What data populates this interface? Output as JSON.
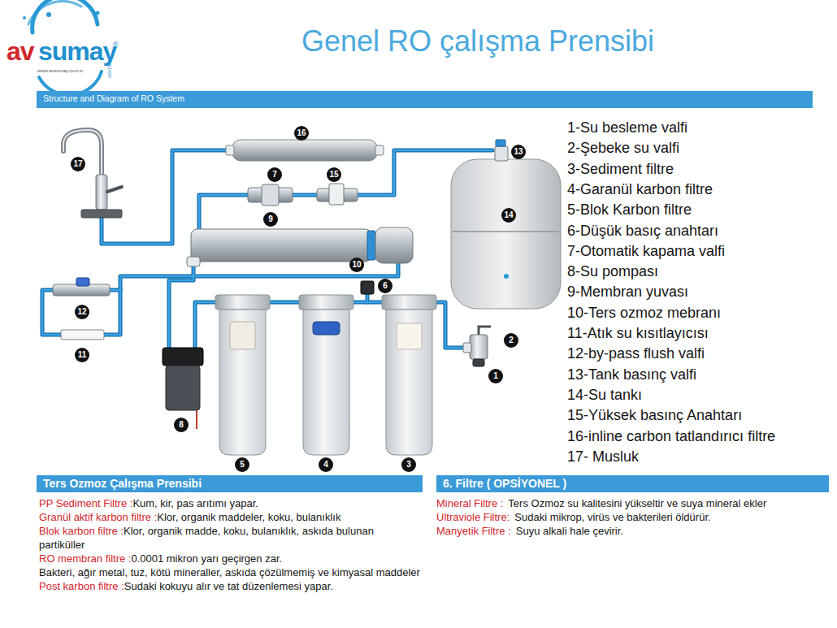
{
  "diagram": {
    "title": "Genel RO çalışma Prensibi",
    "nodes": [
      {
        "text": [
          "Structure and Diagram of RO System"
        ]
      },
      {
        "text": [
          "Ters Ozmoz Çalışma Prensibi"
        ]
      },
      {
        "text": [
          "6. Filtre ( OPSİYONEL )"
        ]
      }
    ],
    "labels": [
      "av",
      "sumay",
      "www.avsumay.com.tr",
      "ARITMA",
      "®",
      "16",
      "17",
      "13",
      "7",
      "15",
      "14",
      "9",
      "10",
      "6",
      "12",
      "2",
      "11",
      "1",
      "8",
      "5",
      "4",
      "3",
      "1-Su besleme valfi",
      "2-Şebeke su valfi",
      "3-Sediment filtre",
      "4-Garanül karbon filtre",
      "5-Blok Karbon filtre",
      "6-Düşük basıç anahtarı",
      "7-Otomatik kapama valfi",
      "8-Su pompası",
      "9-Membran yuvası",
      "10-Ters ozmoz mebranı",
      "11-Atık su kısıtlayıcısı",
      "12-by-pass flush valfi",
      "13-Tank basınç valfi",
      "14-Su tankı",
      "15-Yüksek basınç Anahtarı",
      "16-inline carbon tatlandırıcı filtre",
      "17- Musluk",
      "PP Sediment Filtre :",
      "Kum, kir, pas arıtımı yapar.",
      "Granül aktif karbon filtre :",
      "Klor, organik maddeler, koku, bulanıklık",
      "Blok karbon filtre :",
      "Klor, organik madde, koku, bulanıklık, askıda bulunan partiküller",
      "RO membran filtre :",
      "0.0001 mikron yarı geçirgen zar.",
      "Bakteri, ağır metal, tuz, kötü mineraller, askıda çözülmemiş ve kimyasal maddeler",
      "Post karbon filtre :",
      "Sudaki kokuyu alır ve tat düzenlemesi yapar.",
      "Mineral Filtre :",
      "Ters Ozmoz su kalitesini yükseltir ve suya mineral ekler",
      "Ultraviole Filtre:",
      "Sudaki mikrop, virüs ve bakterileri öldürür.",
      "Manyetik Filtre :",
      "Suyu alkali hale çevirir."
    ]
  }
}
